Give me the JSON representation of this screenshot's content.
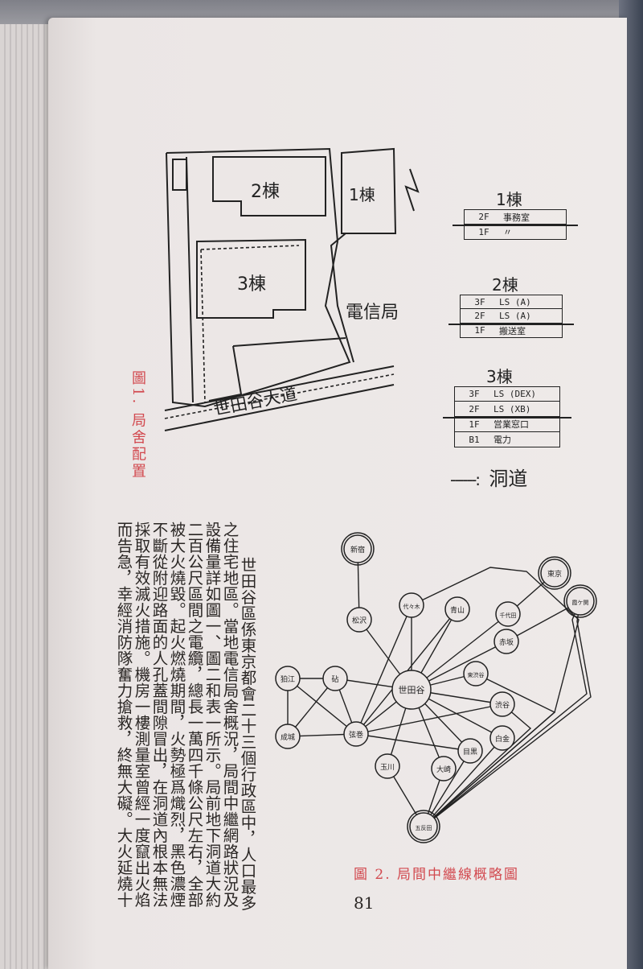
{
  "figure1": {
    "caption": "圖1. 局舍配置",
    "buildings": {
      "b2": "2棟",
      "b1": "1棟",
      "b3": "3棟"
    },
    "office_label": "電信局",
    "road_label": "世田谷大道",
    "floor_tables": [
      {
        "title": "1棟",
        "floors": [
          {
            "floor": "2F",
            "use": "事務室"
          },
          {
            "floor": "1F",
            "use": "〃"
          }
        ]
      },
      {
        "title": "2棟",
        "floors": [
          {
            "floor": "3F",
            "use": "LS (A)"
          },
          {
            "floor": "2F",
            "use": "LS (A)"
          },
          {
            "floor": "1F",
            "use": "搬送室"
          }
        ]
      },
      {
        "title": "3棟",
        "floors": [
          {
            "floor": "3F",
            "use": "LS (DEX)"
          },
          {
            "floor": "2F",
            "use": "LS (XB)"
          },
          {
            "floor": "1F",
            "use": "営業窓口"
          },
          {
            "floor": "B1",
            "use": "電力"
          }
        ]
      }
    ],
    "legend": {
      "symbol": "------:",
      "label": "洞道"
    }
  },
  "body_text": [
    "世田谷區係東京都會二十三個行政區中，人口最多",
    "之住宅地區。當地電信局舍概況，局間中繼網路狀況及",
    "設備量詳如圖一、圖二和表一所示。局前地下洞道大約",
    "二百公尺區間之電纜，總長一萬四千條公尺左右，全部",
    "被大火燒毀。起火燃燒期間，火勢極爲熾烈，黑色濃煙",
    "不斷從附迎路面的人孔蓋間隙冒出，在洞道內根本無法",
    "採取有效滅火措施。機房一樓測量室曾經一度竄出火焰",
    "而告急，幸經消防隊奮力搶救，終無大礙。大火延燒十"
  ],
  "figure2": {
    "caption": "圖 2. 局間中繼線概略圖",
    "nodes": [
      {
        "id": "shinjuku",
        "label": "新宿",
        "hub": true
      },
      {
        "id": "tokyo",
        "label": "東京",
        "hub": true
      },
      {
        "id": "kasumigaseki",
        "label": "霞ケ関",
        "hub": true
      },
      {
        "id": "yoyogi",
        "label": "代々木"
      },
      {
        "id": "aoyama",
        "label": "青山"
      },
      {
        "id": "chiyoda",
        "label": "千代田"
      },
      {
        "id": "akasaka",
        "label": "赤坂"
      },
      {
        "id": "matsuzawa",
        "label": "松沢"
      },
      {
        "id": "higashishibuya",
        "label": "東渋谷"
      },
      {
        "id": "setagaya",
        "label": "世田谷",
        "center": true
      },
      {
        "id": "komae",
        "label": "狛江"
      },
      {
        "id": "kinuta",
        "label": "砧"
      },
      {
        "id": "shibuya",
        "label": "渋谷"
      },
      {
        "id": "seijo",
        "label": "成城"
      },
      {
        "id": "tsurumaki",
        "label": "弦巻"
      },
      {
        "id": "shirokane",
        "label": "白金"
      },
      {
        "id": "meguro",
        "label": "目黒"
      },
      {
        "id": "tamagawa",
        "label": "玉川"
      },
      {
        "id": "osaki",
        "label": "大崎"
      },
      {
        "id": "gotanda",
        "label": "五反田",
        "hub": true
      }
    ]
  },
  "page_number": "81"
}
